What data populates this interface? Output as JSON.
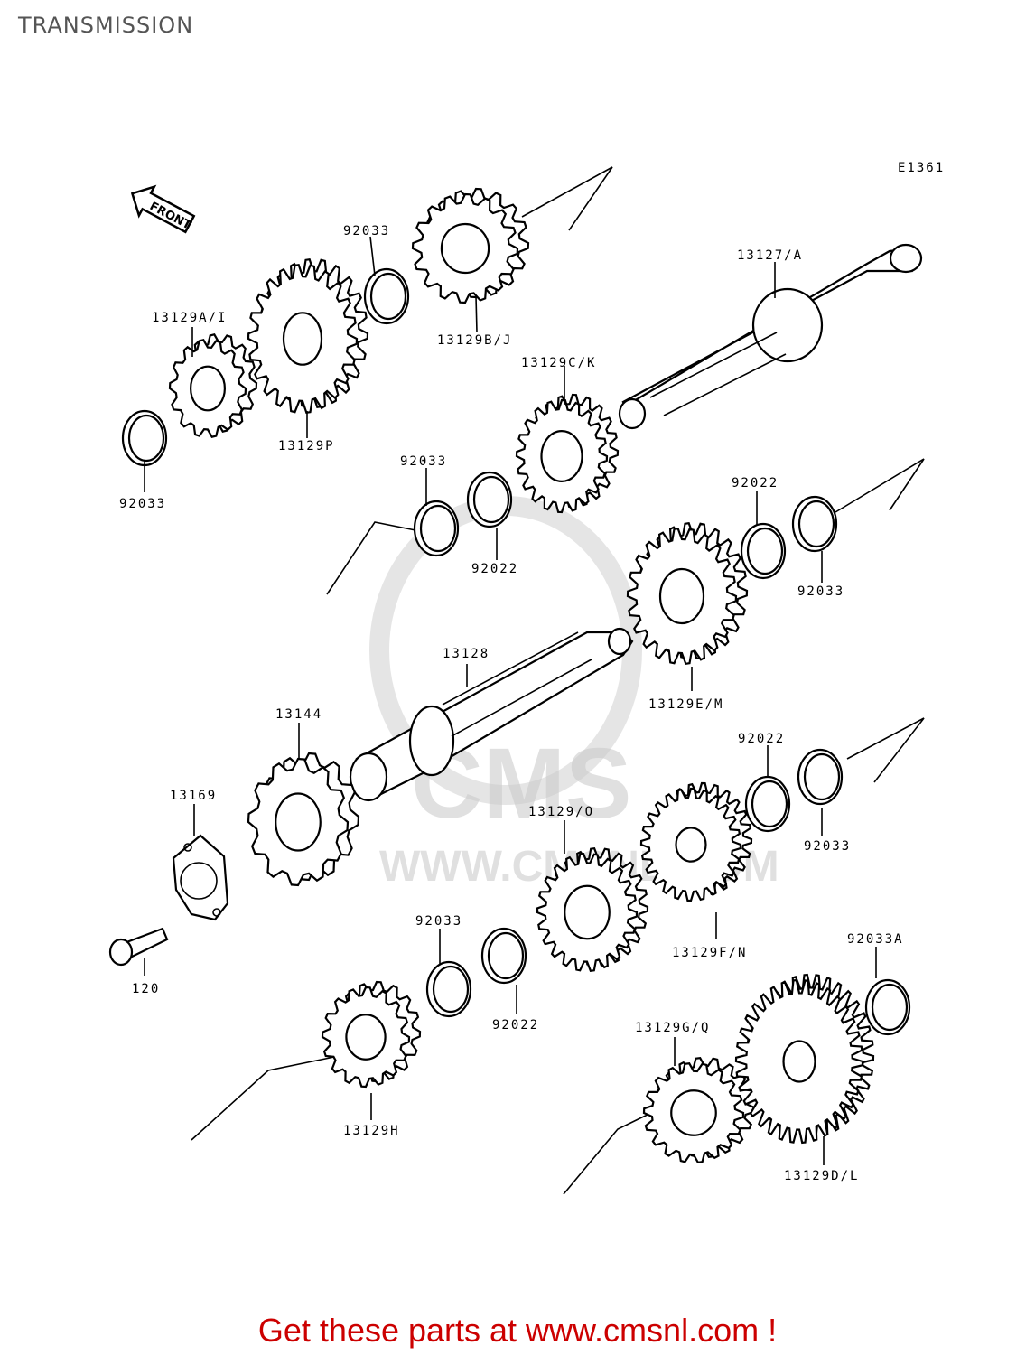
{
  "title": "TRANSMISSION",
  "diagram_code": "E1361",
  "front_arrow_label": "FRONT",
  "watermark": {
    "brand": "CMS",
    "url": "WWW.CMSNL.COM"
  },
  "footer": "Get these parts at www.cmsnl.com !",
  "colors": {
    "footer": "#cc0000",
    "title": "#555555",
    "watermark": "#c8c8c8"
  },
  "labels": {
    "l_92033_a": "92033",
    "l_13129bj": "13129B/J",
    "l_13127a": "13127/A",
    "l_13129ai": "13129A/I",
    "l_13129p": "13129P",
    "l_92033_b": "92033",
    "l_13129ck": "13129C/K",
    "l_92033_c": "92033",
    "l_92022_a": "92022",
    "l_92022_b": "92022",
    "l_92033_d": "92033",
    "l_13128": "13128",
    "l_13129em": "13129E/M",
    "l_13144": "13144",
    "l_92022_c": "92022",
    "l_92033_e": "92033",
    "l_13169": "13169",
    "l_131290": "13129/O",
    "l_13129fn": "13129F/N",
    "l_120": "120",
    "l_92033_f": "92033",
    "l_92022_d": "92022",
    "l_92033a": "92033A",
    "l_13129gq": "13129G/Q",
    "l_13129h": "13129H",
    "l_13129dl": "13129D/L"
  }
}
